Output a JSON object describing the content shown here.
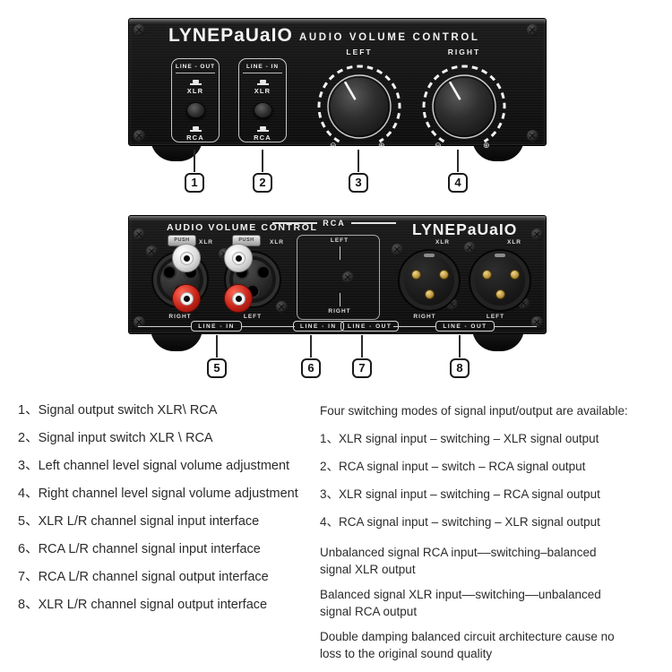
{
  "front_panel": {
    "logo": "LYNEPaUaIO",
    "title": "AUDIO VOLUME CONTROL",
    "switches": [
      {
        "label": "LINE - OUT",
        "top": "XLR",
        "bottom": "RCA"
      },
      {
        "label": "LINE - IN",
        "top": "XLR",
        "bottom": "RCA"
      }
    ],
    "knobs": [
      {
        "label": "LEFT",
        "min": "⊖",
        "max": "⊕"
      },
      {
        "label": "RIGHT",
        "min": "⊖",
        "max": "⊕"
      }
    ],
    "callouts": [
      "1",
      "2",
      "3",
      "4"
    ]
  },
  "back_panel": {
    "title": "AUDIO VOLUME CONTROL",
    "logo": "LYNEPaUaIO",
    "xlr_inputs": {
      "push": "PUSH",
      "xlr": "XLR",
      "right": "RIGHT",
      "left": "LEFT",
      "group": "LINE - IN"
    },
    "rca": {
      "header": "RCA",
      "left": "LEFT",
      "right": "RIGHT",
      "line_in": "LINE - IN",
      "line_out": "LINE - OUT"
    },
    "xlr_outputs": {
      "xlr": "XLR",
      "right": "RIGHT",
      "left": "LEFT",
      "group": "LINE - OUT"
    },
    "callouts": [
      "5",
      "6",
      "7",
      "8"
    ]
  },
  "annotations": {
    "left_items": [
      "1、Signal output switch XLR\\ RCA",
      "2、Signal input switch XLR \\ RCA",
      "3、Left channel level signal volume adjustment",
      "4、Right channel level signal volume adjustment",
      "5、XLR L/R channel signal input interface",
      "6、RCA L/R channel signal input interface",
      "7、RCA L/R channel signal output interface",
      "8、XLR L/R channel signal output interface"
    ],
    "right": {
      "header": "Four switching modes of signal input/output are available:",
      "items": [
        "1、XLR signal input – switching – XLR signal output",
        "2、RCA signal input – switch – RCA signal output",
        "3、XLR signal input – switching – RCA signal output",
        "4、RCA signal input – switching – XLR signal output"
      ],
      "paragraphs": [
        "Unbalanced signal RCA input––switching–balanced\nsignal XLR output",
        "Balanced signal XLR input––switching––unbalanced\nsignal RCA output",
        "Double damping balanced circuit architecture cause no\nloss to the original sound quality"
      ]
    }
  },
  "colors": {
    "panel_black": "#141414",
    "jack_red": "#c42318",
    "pin_gold": "#b9923a",
    "body_text": "#2b2b2b"
  }
}
